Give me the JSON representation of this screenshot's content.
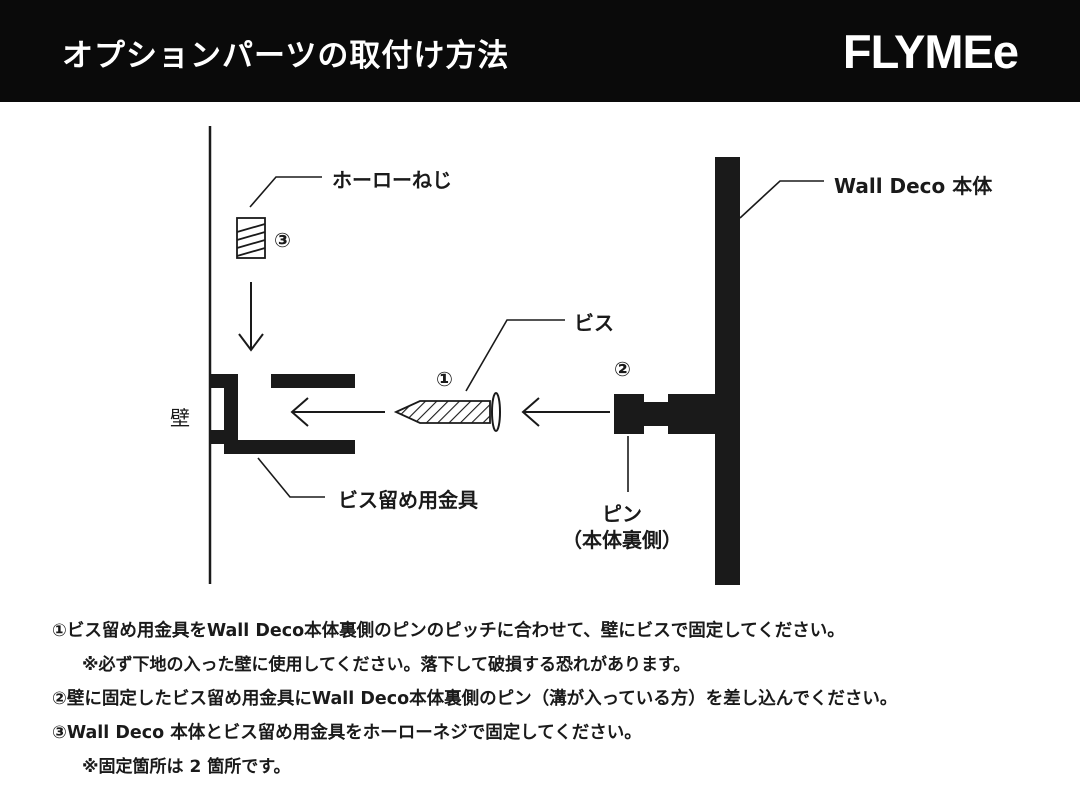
{
  "header": {
    "title": "オプションパーツの取付け方法",
    "brand": "FLYMEe"
  },
  "diagram": {
    "labels": {
      "hollow_screw": "ホーローねじ",
      "wall_deco_body": "Wall Deco 本体",
      "screw": "ビス",
      "wall": "壁",
      "bracket": "ビス留め用金具",
      "pin": "ピン",
      "pin_note": "（本体裏側）",
      "step1": "①",
      "step2": "②",
      "step3": "③"
    }
  },
  "notes": [
    "①ビス留め用金具をWall Deco本体裏側のピンのピッチに合わせて、壁にビスで固定してください。",
    "※必ず下地の入った壁に使用してください。落下して破損する恐れがあります。",
    "②壁に固定したビス留め用金具にWall Deco本体裏側のピン（溝が入っている方）を差し込んでください。",
    "③Wall Deco 本体とビス留め用金具をホーローネジで固定してください。",
    "※固定箇所は 2 箇所です。"
  ]
}
